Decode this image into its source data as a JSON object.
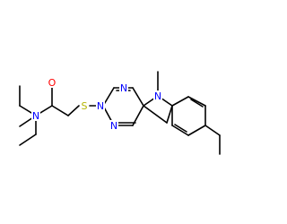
{
  "molecule": {
    "atom_labels": [
      {
        "id": "o1",
        "text": "O",
        "color": "#ff0000"
      },
      {
        "id": "n1",
        "text": "N",
        "color": "#0000ff"
      },
      {
        "id": "s1",
        "text": "S",
        "color": "#b5b500"
      },
      {
        "id": "n2",
        "text": "N",
        "color": "#0000ff"
      },
      {
        "id": "n3",
        "text": "N",
        "color": "#0000ff"
      },
      {
        "id": "n4",
        "text": "N",
        "color": "#0000ff"
      },
      {
        "id": "n5",
        "text": "N",
        "color": "#0000ff"
      }
    ],
    "methyl_label": "",
    "bond_color": "#000000"
  }
}
